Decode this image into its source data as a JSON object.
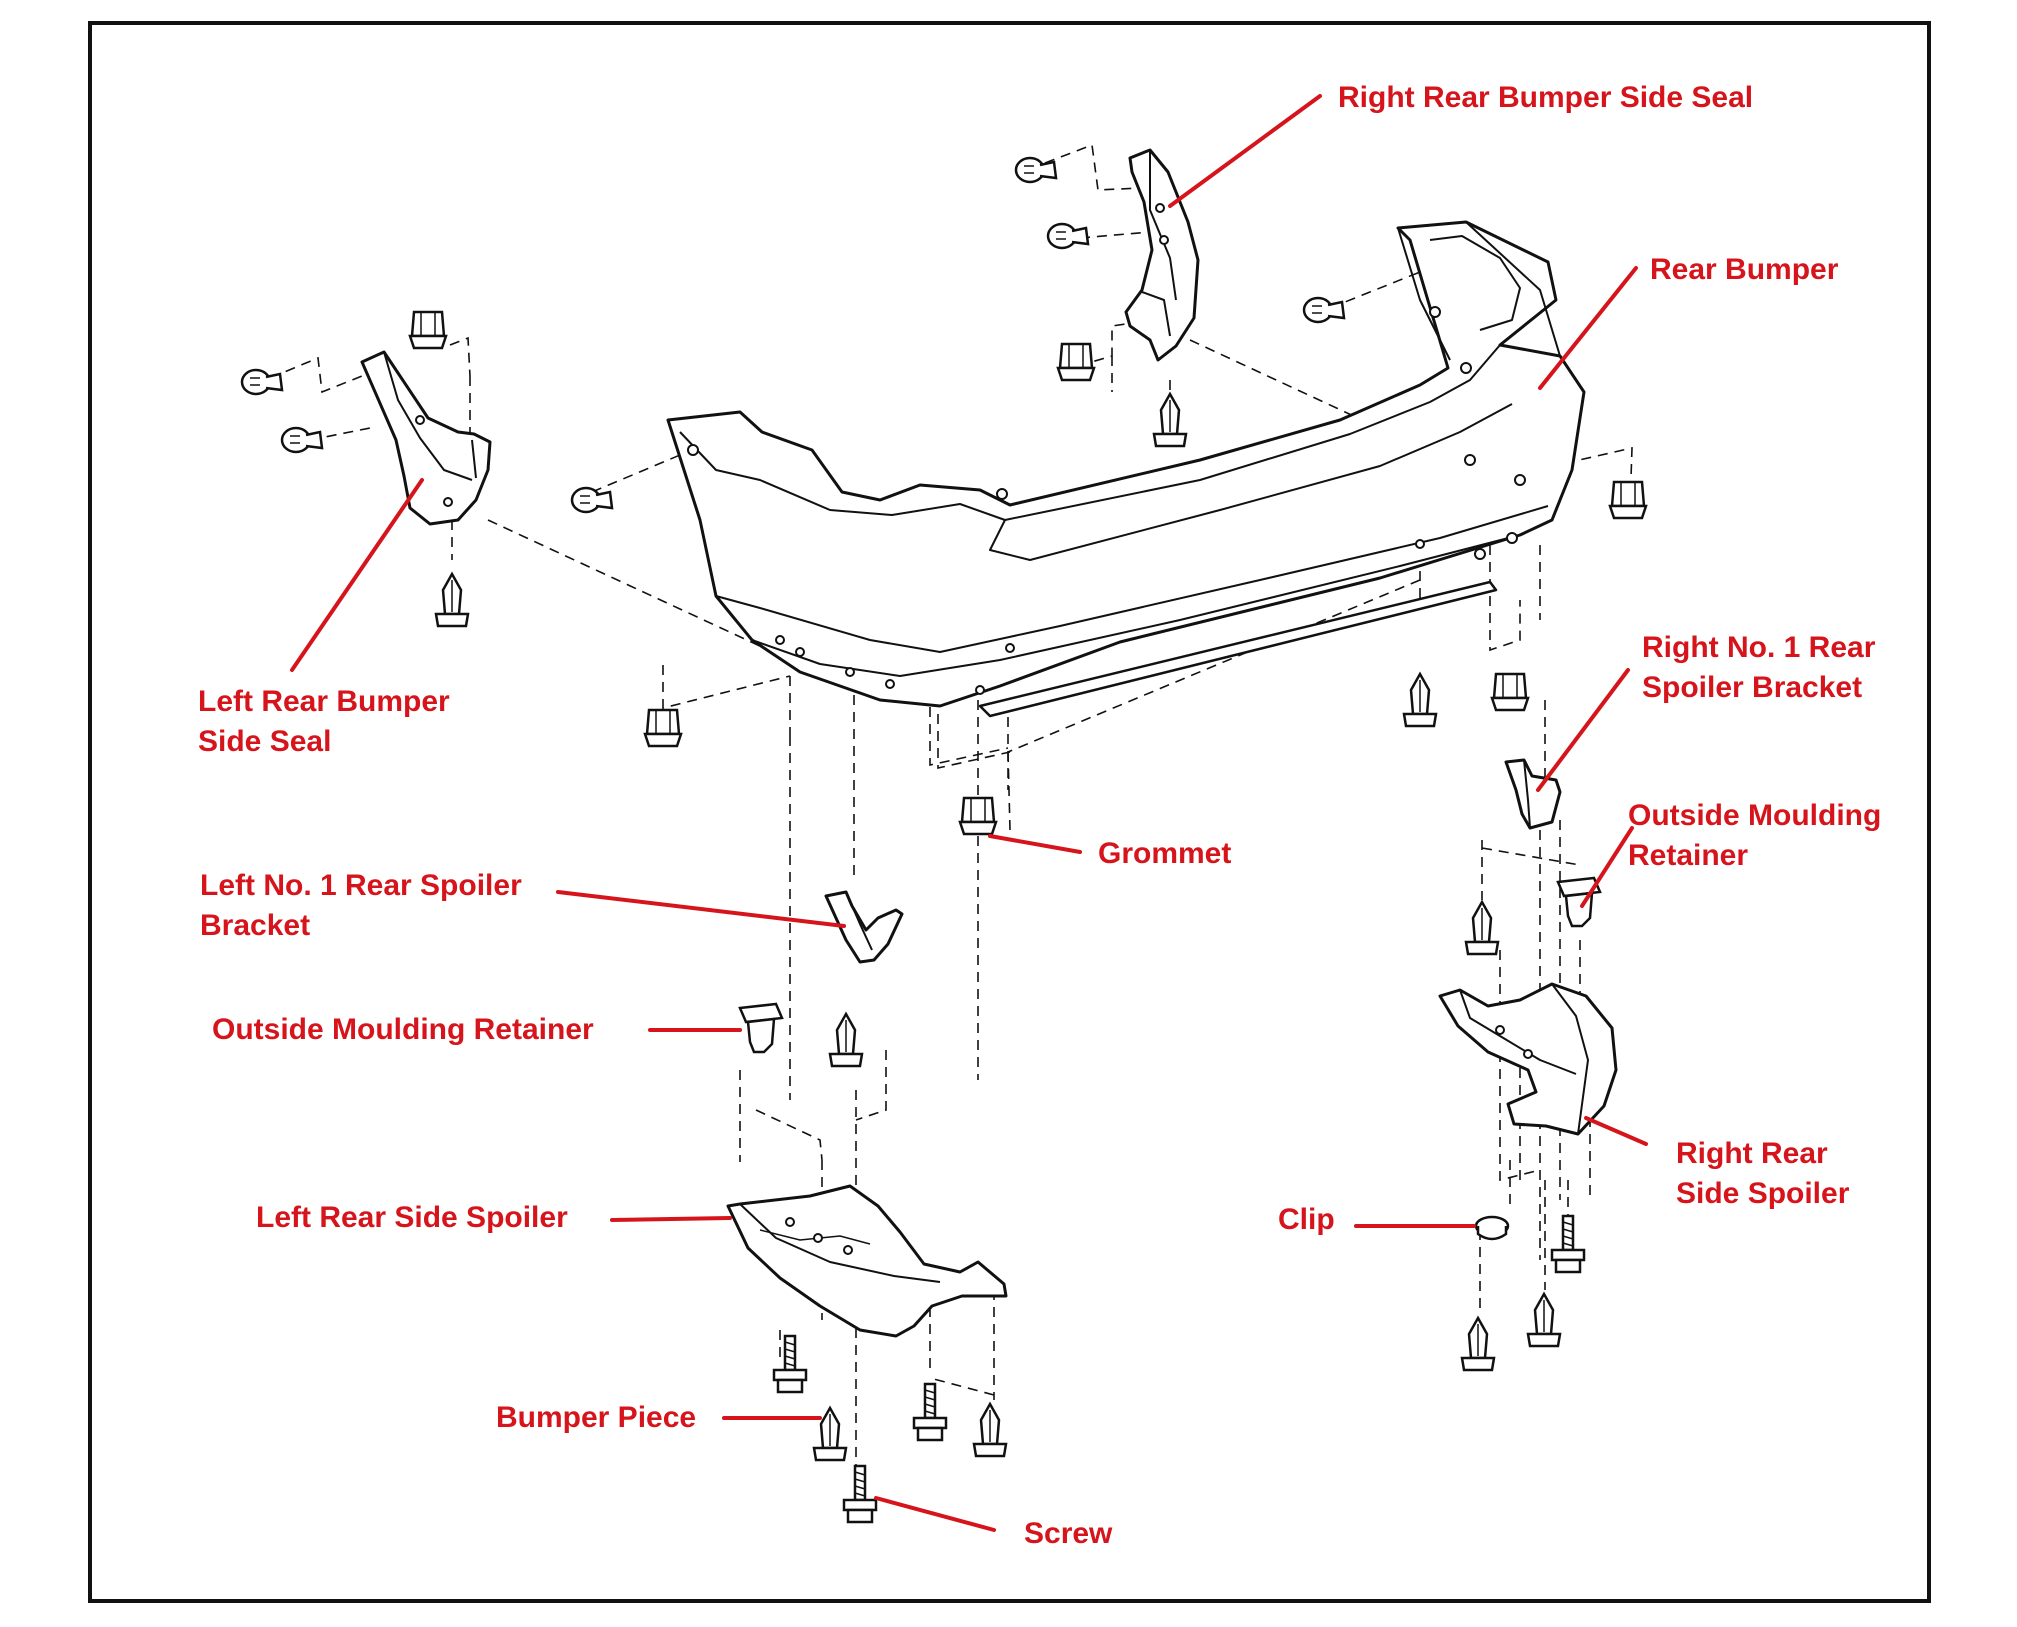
{
  "colors": {
    "label": "#d6141b",
    "line": "#111111",
    "background": "#ffffff"
  },
  "labels": {
    "right_rear_bumper_side_seal": "Right Rear Bumper Side Seal",
    "rear_bumper": "Rear Bumper",
    "left_rear_bumper_side_seal_1": "Left Rear Bumper",
    "left_rear_bumper_side_seal_2": "Side Seal",
    "right_no1_rear_spoiler_bracket_1": "Right No. 1 Rear",
    "right_no1_rear_spoiler_bracket_2": "Spoiler Bracket",
    "grommet": "Grommet",
    "outside_moulding_retainer_right_1": "Outside Moulding",
    "outside_moulding_retainer_right_2": "Retainer",
    "left_no1_rear_spoiler_bracket_1": "Left No. 1 Rear Spoiler",
    "left_no1_rear_spoiler_bracket_2": "Bracket",
    "outside_moulding_retainer_left": "Outside Moulding Retainer",
    "right_rear_side_spoiler_1": "Right Rear",
    "right_rear_side_spoiler_2": "Side Spoiler",
    "left_rear_side_spoiler": "Left Rear Side Spoiler",
    "clip": "Clip",
    "bumper_piece": "Bumper Piece",
    "screw": "Screw"
  },
  "icons": [
    "clip-icon",
    "grommet-icon",
    "screw-icon",
    "bumper-piece-icon",
    "retainer-icon"
  ]
}
